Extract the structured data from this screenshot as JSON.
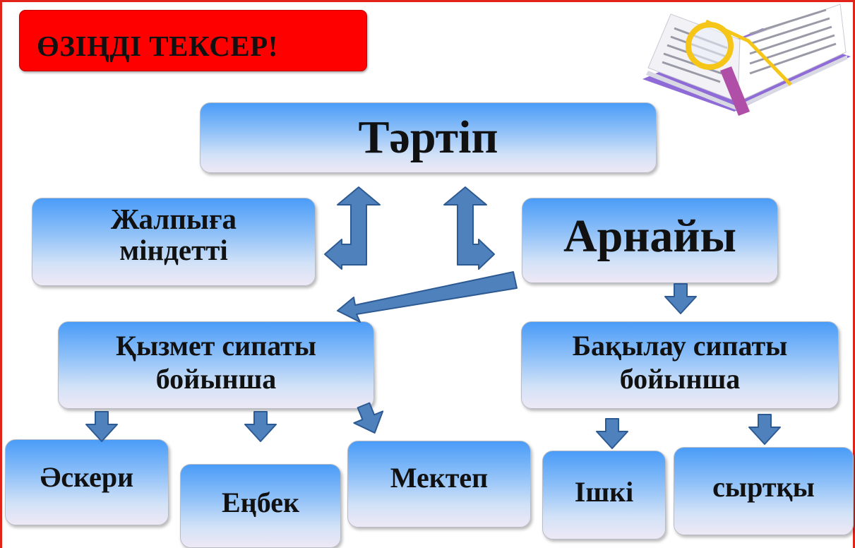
{
  "banner": "ӨЗІҢДІ ТЕКСЕР!",
  "root": "Тәртіп",
  "general": [
    "Жалпыға",
    "міндетті"
  ],
  "special": "Арнайы",
  "by_service": [
    "Қызмет сипаты",
    "бойынша"
  ],
  "by_control": [
    "Бақылау сипаты",
    "бойынша"
  ],
  "service_types": {
    "military": "Әскери",
    "labor": "Еңбек",
    "school": "Мектеп"
  },
  "control_types": {
    "internal": "Ішкі",
    "external": "сыртқы"
  },
  "colors": {
    "banner": "#ff0000",
    "frame": "#e2231a",
    "arrow_fill": "#4f81bd",
    "arrow_stroke": "#2e5a93",
    "box_top": "#4a9cf8",
    "box_bottom": "#eee8f5"
  },
  "icons": [
    "book-with-magnifier-icon"
  ]
}
